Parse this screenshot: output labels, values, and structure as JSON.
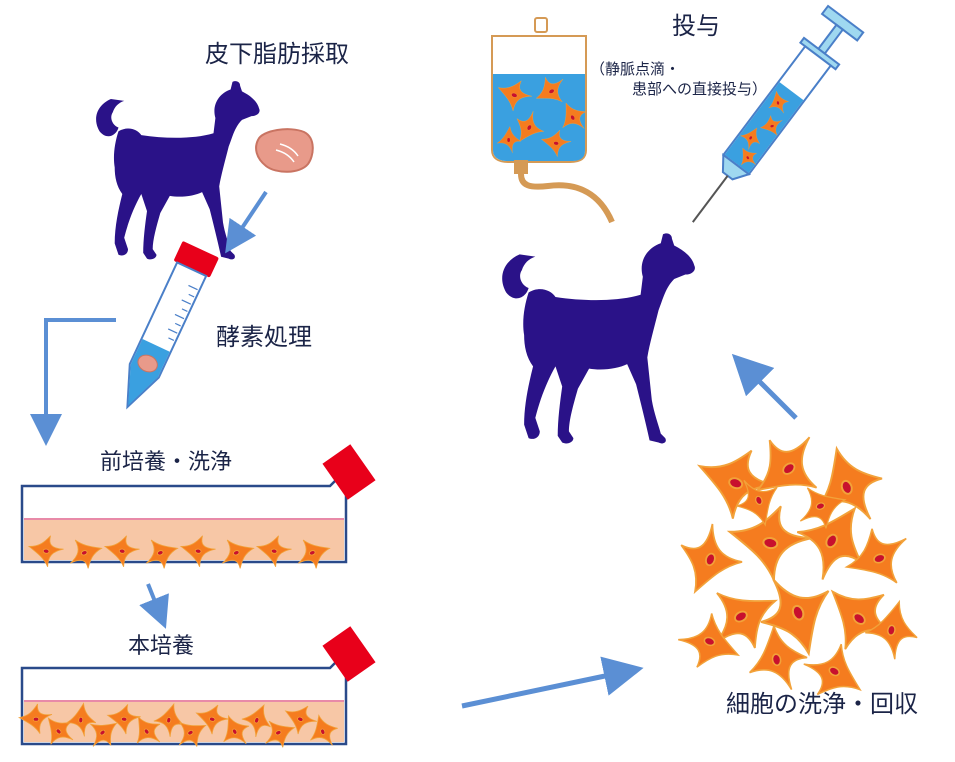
{
  "labels": {
    "fat_harvest": "皮下脂肪採取",
    "enzyme": "酵素処理",
    "preculture": "前培養・洗浄",
    "mainculture": "本培養",
    "wash_collect": "細胞の洗浄・回収",
    "administration": "投与",
    "admin_routes_line1": "（静脈点滴・",
    "admin_routes_line2": "患部への直接投与）"
  },
  "colors": {
    "dog": "#2a1288",
    "arrow": "#5b8fd4",
    "cap": "#e8001a",
    "fluid": "#3aa0e0",
    "medium": "#f7c7a6",
    "cell": "#f57c1f",
    "cell_edge": "#f2a23a",
    "nucleus": "#c8102e",
    "tissue": "#e89a8a",
    "tube": "#d59a55",
    "text": "#1b2447"
  },
  "icons": [
    "dog-icon",
    "fat-tissue-icon",
    "centrifuge-tube-icon",
    "culture-flask-icon",
    "iv-bag-icon",
    "syringe-icon",
    "cell-cluster-icon"
  ]
}
